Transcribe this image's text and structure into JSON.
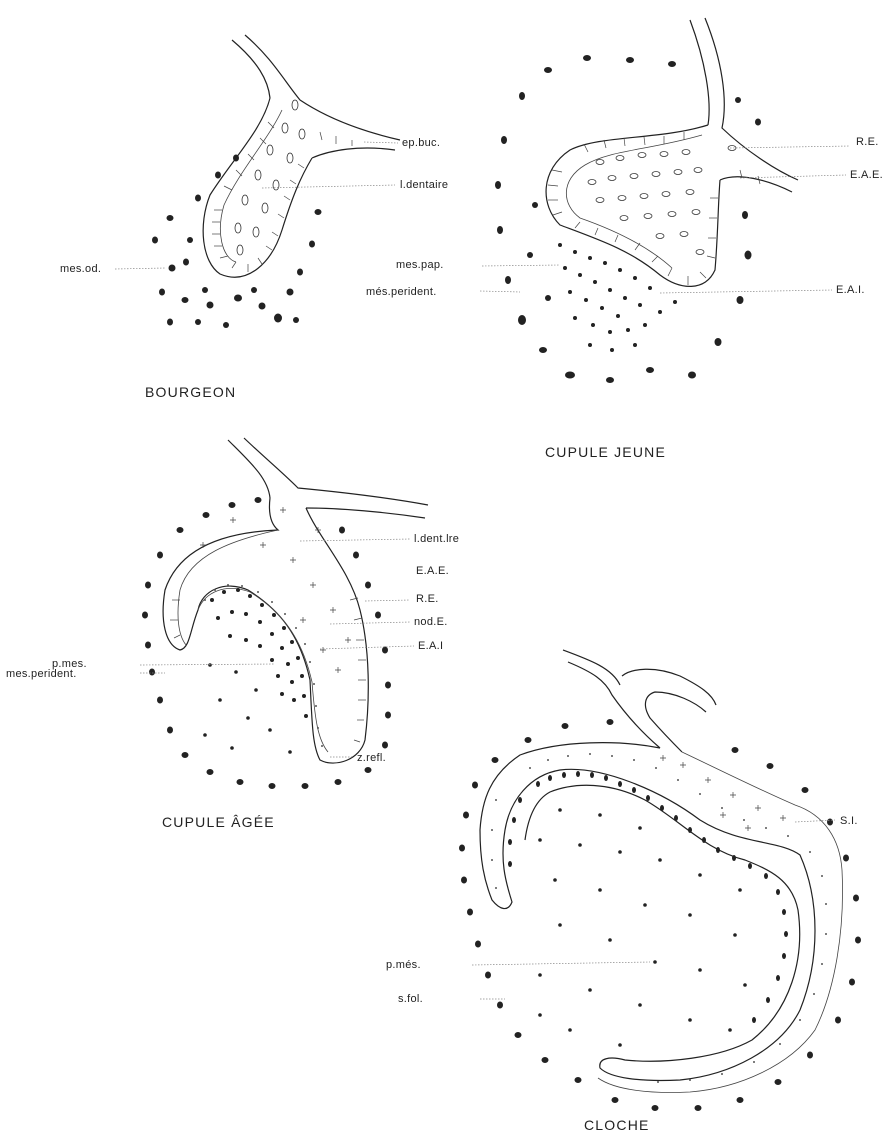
{
  "panels": {
    "bourgeon": {
      "title": "BOURGEON",
      "labels": {
        "ep_buc": "ep.buc.",
        "l_dentaire": "l.dentaire",
        "mes_od": "mes.od."
      }
    },
    "cupule_jeune": {
      "title": "CUPULE JEUNE",
      "labels": {
        "re": "R.E.",
        "eae": "E.A.E.",
        "mes_pap": "mes.pap.",
        "mes_perident": "més.perident.",
        "eai": "E.A.I."
      }
    },
    "cupule_agee": {
      "title": "CUPULE ÂGÉE",
      "labels": {
        "l_dent_lre": "l.dent.lre",
        "eae": "E.A.E.",
        "re": "R.E.",
        "nod_e": "nod.E.",
        "eai": "E.A.I",
        "p_mes": "p.mes.",
        "mes_perident": "mes.perident.",
        "z_refl": "z.refl."
      }
    },
    "cloche": {
      "title": "CLOCHE",
      "labels": {
        "si": "S.I.",
        "p_mes": "p.més.",
        "s_fol": "s.fol."
      }
    }
  }
}
